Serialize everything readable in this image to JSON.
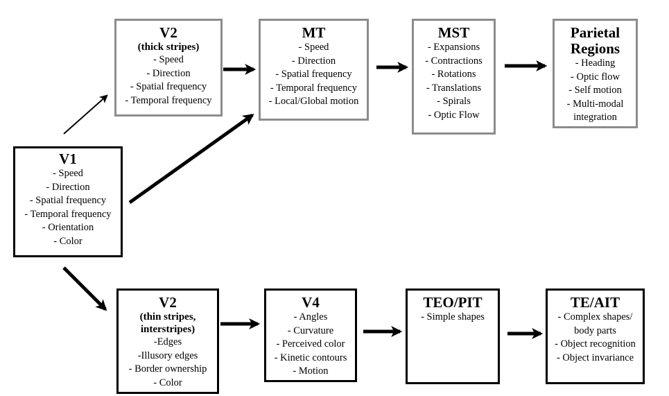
{
  "nodes": {
    "v1": {
      "title": "V1",
      "items": [
        "- Speed",
        "- Direction",
        "- Spatial frequency",
        "- Temporal frequency",
        "- Orientation",
        "- Color"
      ]
    },
    "v2_thick": {
      "title": "V2",
      "subtitle": "(thick stripes)",
      "items": [
        "- Speed",
        "- Direction",
        "- Spatial frequency",
        "- Temporal frequency"
      ]
    },
    "mt": {
      "title": "MT",
      "items": [
        "- Speed",
        "- Direction",
        "- Spatial frequency",
        "- Temporal frequency",
        "- Local/Global motion"
      ]
    },
    "mst": {
      "title": "MST",
      "items": [
        "- Expansions",
        "- Contractions",
        "- Rotations",
        "- Translations",
        "- Spirals",
        "- Optic Flow"
      ]
    },
    "parietal": {
      "title_line1": "Parietal",
      "title_line2": "Regions",
      "items": [
        "- Heading",
        "- Optic flow",
        "- Self motion",
        "- Multi-modal",
        "integration"
      ]
    },
    "v2_thin": {
      "title": "V2",
      "subtitle_line1": "(thin stripes,",
      "subtitle_line2": "interstripes)",
      "items": [
        "-Edges",
        "-Illusory edges",
        "- Border ownership",
        "- Color"
      ]
    },
    "v4": {
      "title": "V4",
      "items": [
        "- Angles",
        "- Curvature",
        "- Perceived color",
        "- Kinetic contours",
        "- Motion"
      ]
    },
    "teo_pit": {
      "title": "TEO/PIT",
      "items": [
        "- Simple shapes"
      ]
    },
    "te_ait": {
      "title": "TE/AIT",
      "items": [
        "- Complex shapes/",
        "body parts",
        "- Object recognition",
        "- Object invariance"
      ]
    }
  },
  "edges": [
    {
      "from": "V1",
      "to": "V2 (thick stripes)"
    },
    {
      "from": "V1",
      "to": "MT"
    },
    {
      "from": "V2 (thick stripes)",
      "to": "MT"
    },
    {
      "from": "MT",
      "to": "MST"
    },
    {
      "from": "MST",
      "to": "Parietal Regions"
    },
    {
      "from": "V1",
      "to": "V2 (thin stripes, interstripes)"
    },
    {
      "from": "V2 (thin stripes, interstripes)",
      "to": "V4"
    },
    {
      "from": "V4",
      "to": "TEO/PIT"
    },
    {
      "from": "TEO/PIT",
      "to": "TE/AIT"
    }
  ],
  "colors": {
    "dorsal_border": "#8c8c8c",
    "ventral_border": "#000000",
    "arrow": "#000000"
  }
}
